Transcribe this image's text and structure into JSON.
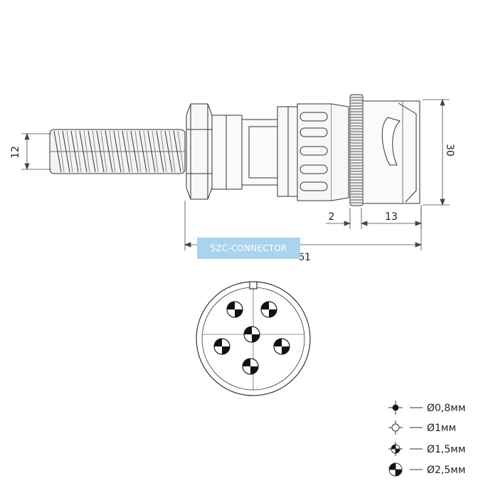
{
  "dimensions": {
    "height_left": "12",
    "total_length": "61",
    "width_right": "30",
    "ring_width": "2",
    "tip_length": "13"
  },
  "watermark": "SZC-CONNECTOR",
  "legend": [
    {
      "icon": "pin-0-8-icon",
      "label": "Ø0,8мм"
    },
    {
      "icon": "pin-1-icon",
      "label": "Ø1мм"
    },
    {
      "icon": "pin-1-5-icon",
      "label": "Ø1,5мм"
    },
    {
      "icon": "pin-2-5-icon",
      "label": "Ø2,5мм"
    }
  ]
}
